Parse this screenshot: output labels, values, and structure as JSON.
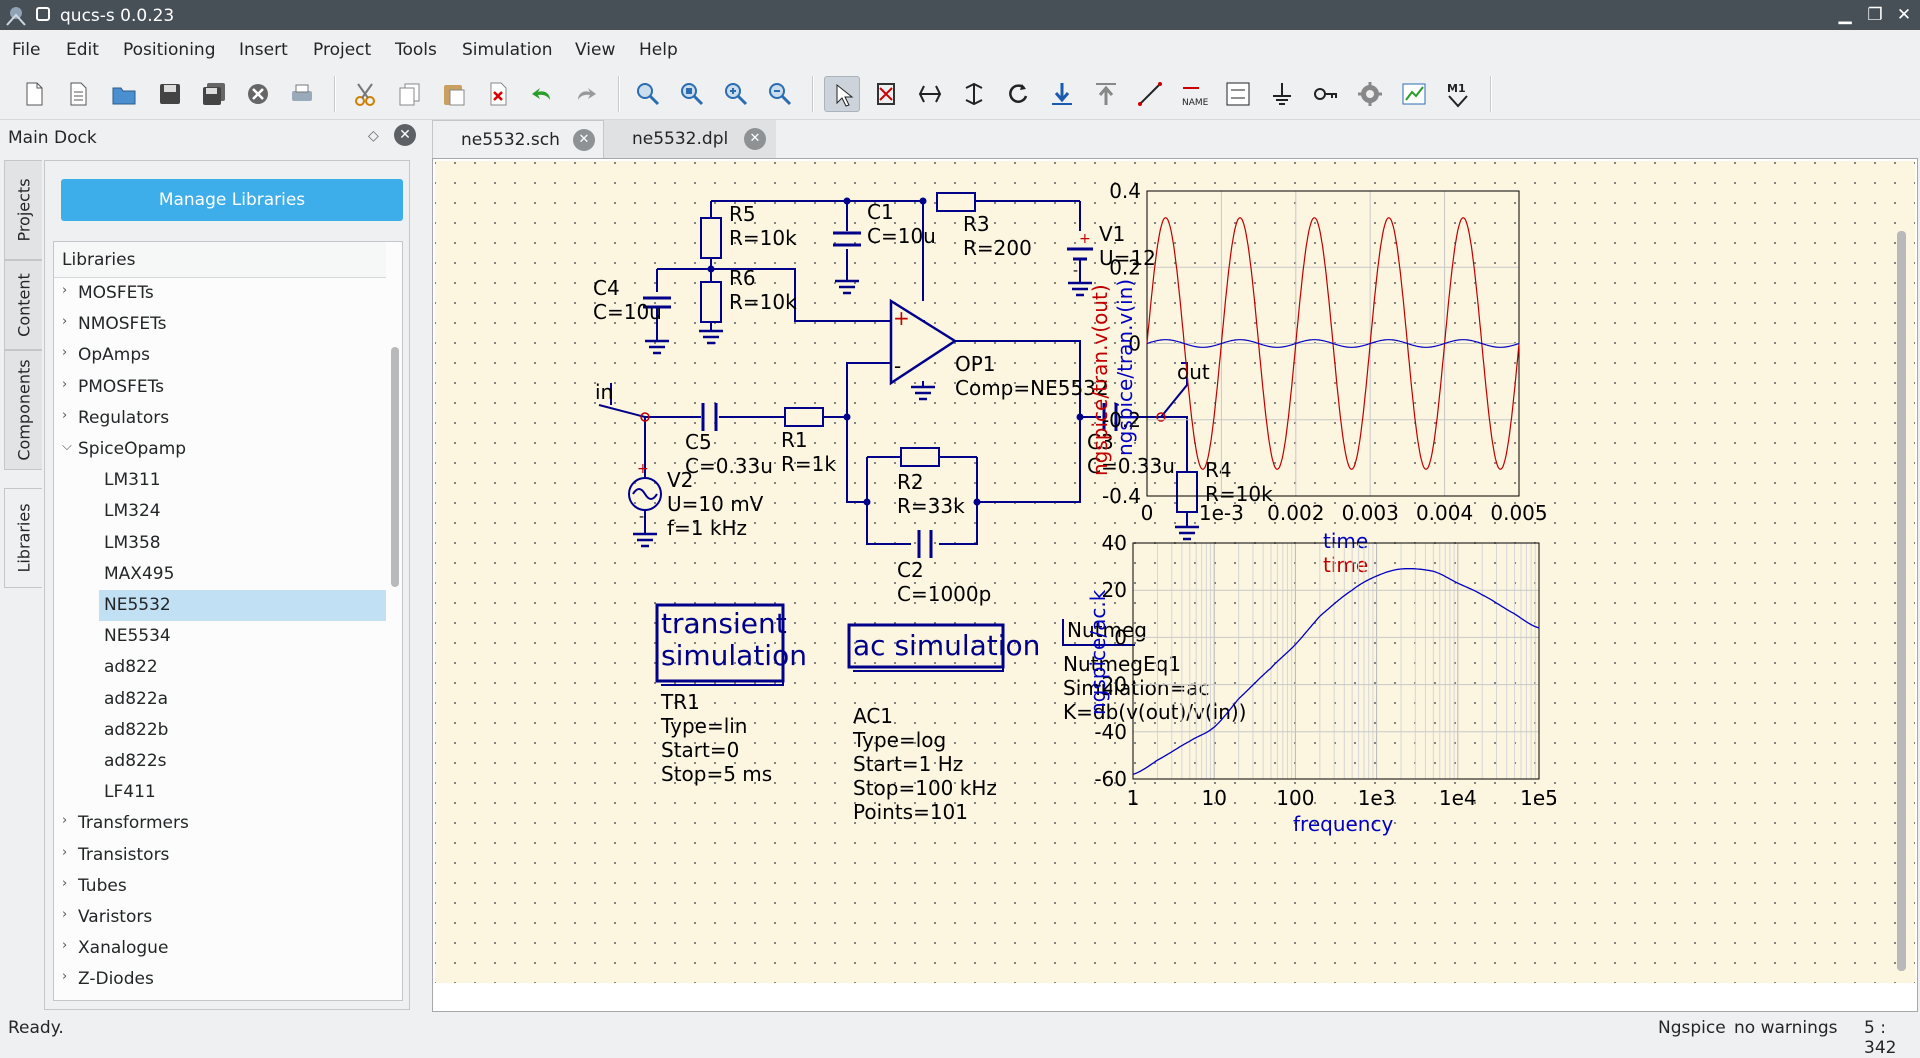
{
  "window": {
    "title": "qucs-s 0.0.23",
    "controls": {
      "minimize": "▁",
      "maximize": "❐",
      "close": "✕"
    }
  },
  "menu": [
    "File",
    "Edit",
    "Positioning",
    "Insert",
    "Project",
    "Tools",
    "Simulation",
    "View",
    "Help"
  ],
  "toolbar": {
    "icons": [
      "new-file-icon",
      "new-text-icon",
      "open-icon",
      "save-icon",
      "save-all-icon",
      "close-file-icon",
      "print-icon",
      "cut-icon",
      "copy-icon",
      "paste-icon",
      "delete-icon",
      "undo-icon",
      "redo-icon",
      "view-all-icon",
      "view-selected-icon",
      "zoom-in-icon",
      "zoom-out-icon",
      "select-icon",
      "deactivate-icon",
      "mirror-x-icon",
      "mirror-y-icon",
      "rotate-icon",
      "enter-subcircuit-icon",
      "leave-subcircuit-icon",
      "wire-icon",
      "wire-label-icon",
      "equation-icon",
      "ground-icon",
      "port-icon",
      "simulate-icon",
      "view-data-icon",
      "marker-icon"
    ],
    "name_icon_text": "NAME",
    "marker_icon_text": "M1"
  },
  "dock": {
    "title": "Main Dock",
    "float_glyph": "◇",
    "close_glyph": "✕",
    "vtabs": [
      "Projects",
      "Content",
      "Components",
      "Libraries"
    ],
    "active_vtab": "Libraries",
    "manage_button": "Manage Libraries",
    "tree_header": "Libraries",
    "tree": [
      {
        "label": "MOSFETs",
        "level": 0,
        "expanded": false
      },
      {
        "label": "NMOSFETs",
        "level": 0,
        "expanded": false
      },
      {
        "label": "OpAmps",
        "level": 0,
        "expanded": false
      },
      {
        "label": "PMOSFETs",
        "level": 0,
        "expanded": false
      },
      {
        "label": "Regulators",
        "level": 0,
        "expanded": false
      },
      {
        "label": "SpiceOpamp",
        "level": 0,
        "expanded": true
      },
      {
        "label": "LM311",
        "level": 1
      },
      {
        "label": "LM324",
        "level": 1
      },
      {
        "label": "LM358",
        "level": 1
      },
      {
        "label": "MAX495",
        "level": 1
      },
      {
        "label": "NE5532",
        "level": 1,
        "selected": true
      },
      {
        "label": "NE5534",
        "level": 1
      },
      {
        "label": "ad822",
        "level": 1
      },
      {
        "label": "ad822a",
        "level": 1
      },
      {
        "label": "ad822b",
        "level": 1
      },
      {
        "label": "ad822s",
        "level": 1
      },
      {
        "label": "LF411",
        "level": 1
      },
      {
        "label": "Transformers",
        "level": 0,
        "expanded": false
      },
      {
        "label": "Transistors",
        "level": 0,
        "expanded": false
      },
      {
        "label": "Tubes",
        "level": 0,
        "expanded": false
      },
      {
        "label": "Varistors",
        "level": 0,
        "expanded": false
      },
      {
        "label": "Xanalogue",
        "level": 0,
        "expanded": false
      },
      {
        "label": "Z-Diodes",
        "level": 0,
        "expanded": false
      }
    ]
  },
  "tabs": [
    {
      "label": "ne5532.sch",
      "active": true
    },
    {
      "label": "ne5532.dpl",
      "active": false
    }
  ],
  "tab_close_glyph": "✕",
  "schematic": {
    "components": {
      "R5": [
        "R5",
        "R=10k"
      ],
      "C1": [
        "C1",
        "C=10u"
      ],
      "R3": [
        "R3",
        "R=200"
      ],
      "V1": [
        "V1",
        "U=12"
      ],
      "R6": [
        "R6",
        "R=10k"
      ],
      "C4": [
        "C4",
        "C=10u"
      ],
      "OP1": [
        "OP1",
        "Comp=NE5532"
      ],
      "C5": [
        "C5",
        "C=0.33u"
      ],
      "R1": [
        "R1",
        "R=1k"
      ],
      "V2": [
        "V2",
        "U=10 mV",
        "f=1 kHz"
      ],
      "R2": [
        "R2",
        "R=33k"
      ],
      "C2": [
        "C2",
        "C=1000p"
      ],
      "C3": [
        "C3",
        "C=0.33u"
      ],
      "R4": [
        "R4",
        "R=10k"
      ]
    },
    "net_labels": {
      "in": "in",
      "out": "out"
    },
    "plus_sign": "+",
    "minus_sign": "-",
    "sim_blocks": {
      "transient": {
        "title_lines": [
          "transient",
          "simulation"
        ],
        "props": [
          "TR1",
          "Type=lin",
          "Start=0",
          "Stop=5 ms"
        ]
      },
      "ac": {
        "title": "ac simulation",
        "props": [
          "AC1",
          "Type=log",
          "Start=1 Hz",
          "Stop=100 kHz",
          "Points=101"
        ]
      },
      "nutmeg": {
        "title": "Nutmeg",
        "props": [
          "NutmegEq1",
          "Simulation=ac",
          "K=db(v(out)/v(in))"
        ]
      }
    }
  },
  "chart_data": [
    {
      "type": "line",
      "xlabel_series": [
        "time",
        "time"
      ],
      "ylabel_series": [
        "ngspice/tran.v(out)",
        "ngspice/tran.v(in)"
      ],
      "xlim": [
        0,
        0.005
      ],
      "ylim": [
        -0.4,
        0.4
      ],
      "x_ticks": [
        "0",
        "1e-3",
        "0.002",
        "0.003",
        "0.004",
        "0.005"
      ],
      "y_ticks": [
        "0.4",
        "0.2",
        "0",
        "-0.2",
        "-0.4"
      ],
      "grid": true,
      "series": [
        {
          "name": "ngspice/tran.v(out)",
          "color": "#c00000",
          "waveform": "sine",
          "frequency_hz": 1000,
          "amplitude": 0.33,
          "offset": 0
        },
        {
          "name": "ngspice/tran.v(in)",
          "color": "#0000c0",
          "waveform": "sine",
          "frequency_hz": 1000,
          "amplitude": 0.01,
          "offset": 0
        }
      ]
    },
    {
      "type": "line",
      "x_scale": "log",
      "xlabel": "frequency",
      "ylabel": "ngspice/ac.k",
      "xlim": [
        1,
        100000
      ],
      "ylim": [
        -60,
        40
      ],
      "x_ticks": [
        "1",
        "10",
        "100",
        "1e3",
        "1e4",
        "1e5"
      ],
      "y_ticks": [
        "40",
        "20",
        "0",
        "-20",
        "-40",
        "-60"
      ],
      "grid": true,
      "series": [
        {
          "name": "ngspice/ac.k",
          "color": "#0000c0",
          "x": [
            1,
            2,
            5,
            10,
            20,
            50,
            100,
            200,
            500,
            1000,
            2000,
            5000,
            10000,
            20000,
            50000,
            100000
          ],
          "y": [
            -58,
            -52,
            -44,
            -38,
            -26,
            -13,
            -3,
            9,
            20,
            26,
            29,
            28,
            23,
            18,
            10,
            4
          ]
        }
      ]
    }
  ],
  "status": {
    "left": "Ready.",
    "simulator": "Ngspice",
    "warnings": "no warnings",
    "position": "5 : 342"
  },
  "colors": {
    "wire": "#00008b",
    "accent": "#3daee9",
    "curve_red": "#c00000",
    "curve_blue": "#0000c0",
    "canvas": "#fcf5e0"
  }
}
